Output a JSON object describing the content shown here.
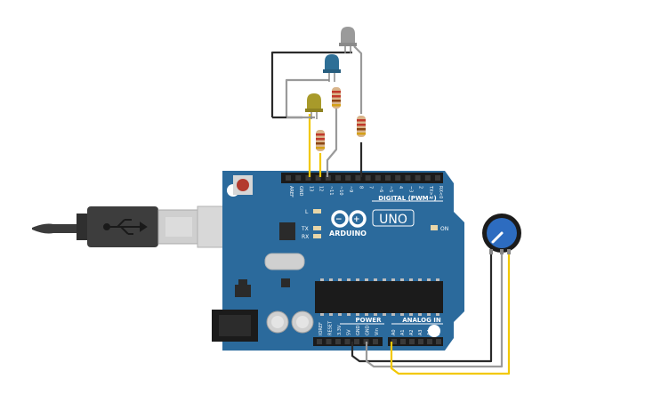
{
  "board": {
    "brand": "ARDUINO",
    "model": "UNO",
    "digital_header_label": "DIGITAL (PWM~)",
    "power_label": "POWER",
    "analog_label": "ANALOG IN",
    "on_label": "ON",
    "led_l_label": "L",
    "tx_label": "TX",
    "rx_label": "RX",
    "digital_pins": [
      "AREF",
      "GND",
      "13",
      "12",
      "~11",
      "~10",
      "~9",
      "8",
      "7",
      "~6",
      "~5",
      "4",
      "~3",
      "2",
      "TX>1",
      "RX<0"
    ],
    "power_pins": [
      "IOREF",
      "RESET",
      "3.3V",
      "5V",
      "GND",
      "GND",
      "Vin"
    ],
    "analog_pins": [
      "A0",
      "A1",
      "A2",
      "A3",
      "A4",
      "A5"
    ]
  },
  "components": {
    "leds": [
      {
        "name": "led-gray",
        "color": "#9a9a9a"
      },
      {
        "name": "led-blue",
        "color": "#2e6f96"
      },
      {
        "name": "led-yellow",
        "color": "#a89a2a"
      }
    ],
    "resistor_count": 3,
    "potentiometer": {
      "name": "potentiometer",
      "knob_color": "#2d6cc0"
    }
  },
  "colors": {
    "board": "#2b6a9c",
    "board_dark": "#1f5580",
    "wire_black": "#2a2a2a",
    "wire_gray": "#9a9a9a",
    "wire_yellow": "#f2c800",
    "usb_plug": "#3b3b3b"
  }
}
